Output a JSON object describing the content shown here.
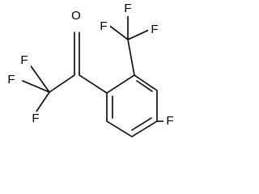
{
  "molecule": {
    "atoms": {
      "o1": "O",
      "f_cf3_left_top": "F",
      "f_cf3_left_mid": "F",
      "f_cf3_left_bot": "F",
      "f_cf3_right_left": "F",
      "f_cf3_right_top": "F",
      "f_cf3_right_right": "F",
      "f_ring": "F"
    }
  }
}
